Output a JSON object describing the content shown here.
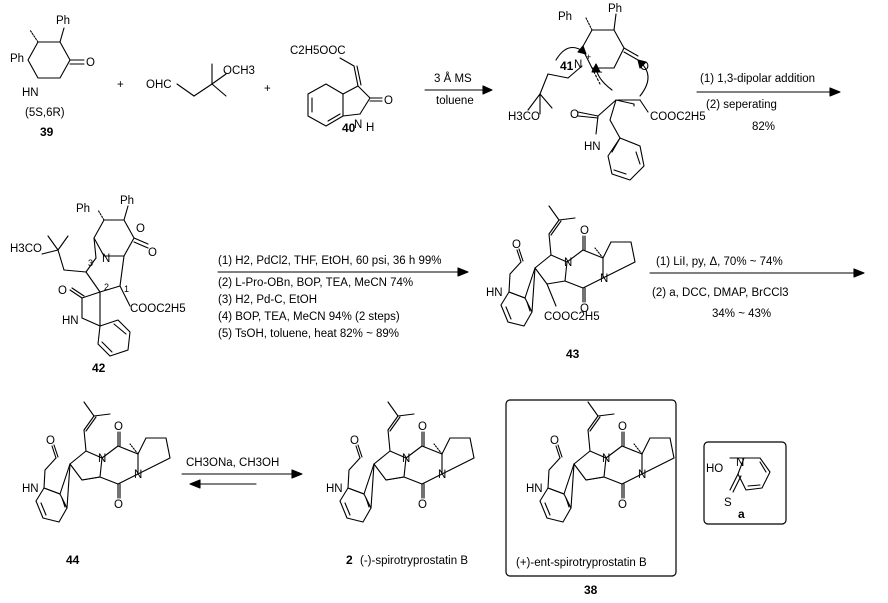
{
  "compounds": {
    "c39": {
      "label": "39",
      "stereo": "(5S,6R)",
      "atom_ph1": "Ph",
      "atom_ph2": "Ph",
      "atom_hn": "HN",
      "atom_o": "O"
    },
    "ald": {
      "atom_ohc": "OHC",
      "atom_och3": "OCH3"
    },
    "c40": {
      "label": "40",
      "atom_ester": "C2H5OOC",
      "atom_o": "O",
      "atom_n": "N",
      "atom_h": "H"
    },
    "c41": {
      "label": "41",
      "atom_ph1": "Ph",
      "atom_ph2": "Ph",
      "atom_n": "N",
      "atom_plus": "+",
      "atom_minus": "−",
      "atom_o": "O",
      "atom_h3co": "H3CO",
      "atom_ester": "COOC2H5",
      "atom_hn": "HN"
    },
    "c42": {
      "label": "42",
      "atom_ph1": "Ph",
      "atom_ph2": "Ph",
      "atom_h3co": "H3CO",
      "atom_n": "N",
      "atom_o": "O",
      "atom_hn": "HN",
      "atom_ester": "COOC2H5",
      "num1": "1",
      "num2": "2",
      "num3": "3"
    },
    "c43": {
      "label": "43",
      "atom_n": "N",
      "atom_o": "O",
      "atom_hn": "HN",
      "atom_ester": "COOC2H5"
    },
    "c44": {
      "label": "44",
      "atom_n": "N",
      "atom_o": "O",
      "atom_hn": "HN"
    },
    "c2": {
      "label": "2",
      "name": "(-)-spirotryprostatin B",
      "atom_n": "N",
      "atom_o": "O",
      "atom_hn": "HN"
    },
    "c38": {
      "label": "38",
      "name": "(+)-ent-spirotryprostatin B",
      "atom_n": "N",
      "atom_o": "O",
      "atom_hn": "HN"
    },
    "reagent_a": {
      "label": "a",
      "atom_ho": "HO",
      "atom_n": "N",
      "atom_s": "S"
    }
  },
  "operators": {
    "plus1": "+",
    "plus2": "+"
  },
  "conditions": {
    "step1": {
      "above": "3 Å MS",
      "below": "toluene"
    },
    "step2": {
      "above": "(1) 1,3-dipolar addition",
      "below": "(2) seperating",
      "yield": "82%"
    },
    "step3": [
      "(1) H2, PdCl2, THF, EtOH, 60 psi, 36 h 99%",
      "(2) L-Pro-OBn, BOP, TEA, MeCN 74%",
      "(3) H2, Pd-C, EtOH",
      "(4) BOP, TEA, MeCN 94% (2 steps)",
      "(5) TsOH, toluene, heat 82% ~ 89%"
    ],
    "step4": {
      "above": "(1) LiI, py, Δ, 70% ~ 74%",
      "below": "(2) a, DCC, DMAP, BrCCl3",
      "yield": "34% ~ 43%"
    },
    "step5": {
      "above": "CH3ONa, CH3OH"
    }
  }
}
